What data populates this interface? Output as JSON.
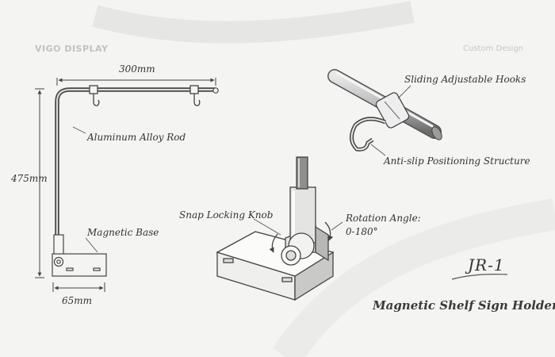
{
  "brand": {
    "name": "VIGO DISPLAY",
    "tagline": "Custom Design"
  },
  "dimensions": {
    "width_top": "300mm",
    "height": "475mm",
    "base_width": "65mm"
  },
  "callouts": {
    "rod": "Aluminum Alloy Rod",
    "base": "Magnetic Base",
    "hooks": "Sliding Adjustable Hooks",
    "antislip": "Anti-slip Positioning Structure",
    "lock": "Snap Locking Knob",
    "rotation_title": "Rotation Angle:",
    "rotation_value": "0-180°"
  },
  "product": {
    "model": "JR-1",
    "name": "Magnetic Shelf Sign Holder"
  }
}
